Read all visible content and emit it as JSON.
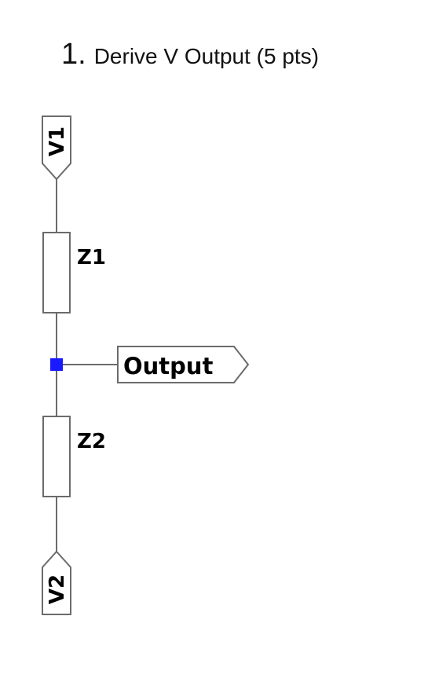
{
  "question": {
    "number": "1.",
    "text": "Derive V Output (5 pts)"
  },
  "schematic": {
    "top_port_label": "V1",
    "bottom_port_label": "V2",
    "output_port_label": "Output",
    "component_top_label": "Z1",
    "component_bottom_label": "Z2",
    "colors": {
      "wire": "#6b6b6b",
      "junction": "#1a1aff",
      "text": "#000000"
    }
  }
}
